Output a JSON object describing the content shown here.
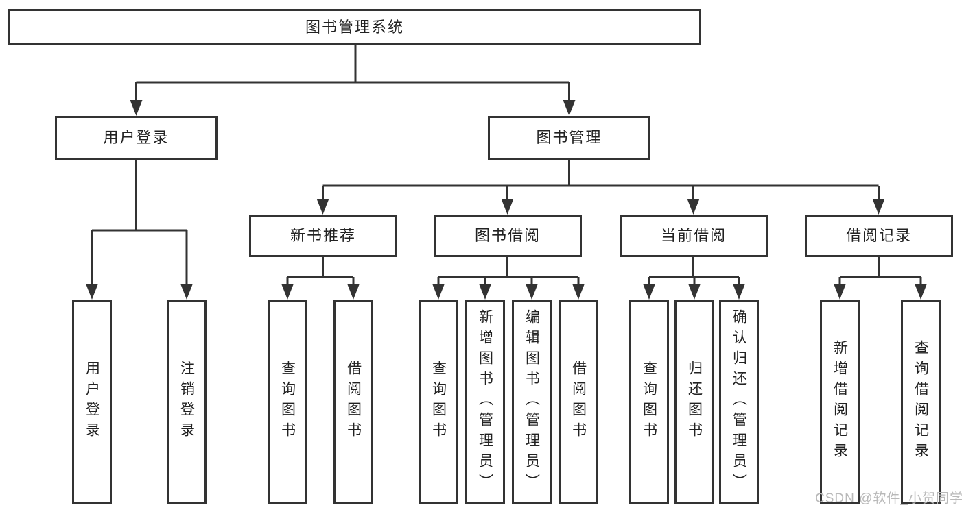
{
  "diagram": {
    "title": "图书管理系统",
    "root": {
      "label": "图书管理系统"
    },
    "level2": [
      {
        "id": "user-login",
        "label": "用户登录"
      },
      {
        "id": "book-management",
        "label": "图书管理"
      }
    ],
    "level3": [
      {
        "id": "new-book-recommendation",
        "parent": "book-management",
        "label": "新书推荐"
      },
      {
        "id": "book-borrowing",
        "parent": "book-management",
        "label": "图书借阅"
      },
      {
        "id": "current-borrowing",
        "parent": "book-management",
        "label": "当前借阅"
      },
      {
        "id": "borrowing-records",
        "parent": "book-management",
        "label": "借阅记录"
      }
    ],
    "leaves": [
      {
        "parent": "user-login",
        "label": "用户登录"
      },
      {
        "parent": "user-login",
        "label": "注销登录"
      },
      {
        "parent": "new-book-recommendation",
        "label": "查询图书"
      },
      {
        "parent": "new-book-recommendation",
        "label": "借阅图书"
      },
      {
        "parent": "book-borrowing",
        "label": "查询图书"
      },
      {
        "parent": "book-borrowing",
        "label": "新增图书（管理员）"
      },
      {
        "parent": "book-borrowing",
        "label": "编辑图书（管理员）"
      },
      {
        "parent": "book-borrowing",
        "label": "借阅图书"
      },
      {
        "parent": "current-borrowing",
        "label": "查询图书"
      },
      {
        "parent": "current-borrowing",
        "label": "归还图书"
      },
      {
        "parent": "current-borrowing",
        "label": "确认归还（管理员）"
      },
      {
        "parent": "borrowing-records",
        "label": "新增借阅记录"
      },
      {
        "parent": "borrowing-records",
        "label": "查询借阅记录"
      }
    ],
    "watermark": "CSDN @软件_小贺同学",
    "colors": {
      "line": "#333333",
      "text": "#222222",
      "box_background": "#ffffff",
      "watermark": "#b9b9b9",
      "page_background": "#ffffff"
    }
  }
}
